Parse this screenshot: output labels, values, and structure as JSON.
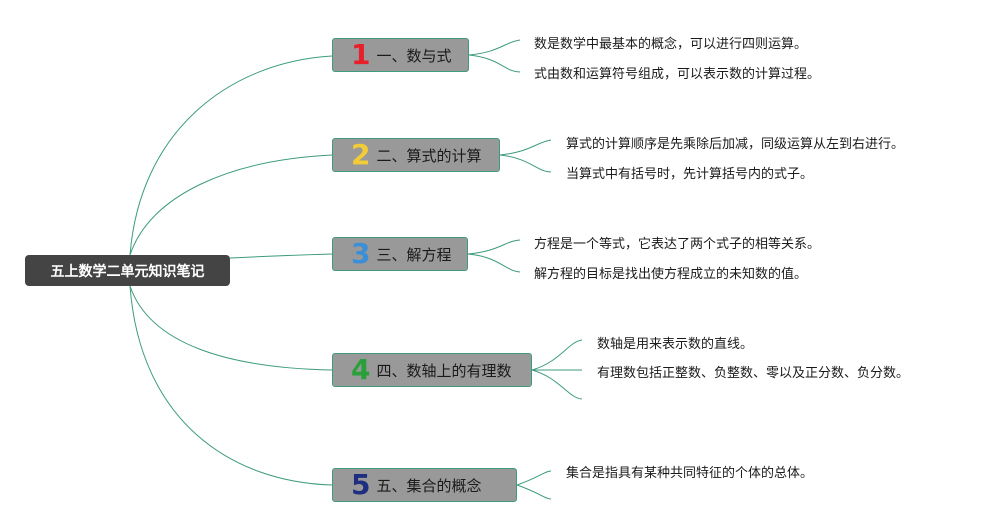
{
  "root": {
    "label": "五上数学二单元知识笔记"
  },
  "topics": [
    {
      "number": "1",
      "label": "一、数与式",
      "color": "#e8202a",
      "notes": [
        "数是数学中最基本的概念，可以进行四则运算。",
        "式由数和运算符号组成，可以表示数的计算过程。"
      ]
    },
    {
      "number": "2",
      "label": "二、算式的计算",
      "color": "#f2cc36",
      "notes": [
        "算式的计算顺序是先乘除后加减，同级运算从左到右进行。",
        "当算式中有括号时，先计算括号内的式子。"
      ]
    },
    {
      "number": "3",
      "label": "三、解方程",
      "color": "#3b8fd6",
      "notes": [
        "方程是一个等式，它表达了两个式子的相等关系。",
        "解方程的目标是找出使方程成立的未知数的值。"
      ]
    },
    {
      "number": "4",
      "label": "四、数轴上的有理数",
      "color": "#2aa03a",
      "notes": [
        "数轴是用来表示数的直线。",
        "有理数包括正整数、负整数、零以及正分数、负分数。"
      ]
    },
    {
      "number": "5",
      "label": "五、集合的概念",
      "color": "#1e2f80",
      "notes": [
        "集合是指具有某种共同特征的个体的总体。"
      ]
    }
  ],
  "colors": {
    "link": "#3e9b7f",
    "root_bg": "#444444",
    "topic_bg": "#999999"
  }
}
